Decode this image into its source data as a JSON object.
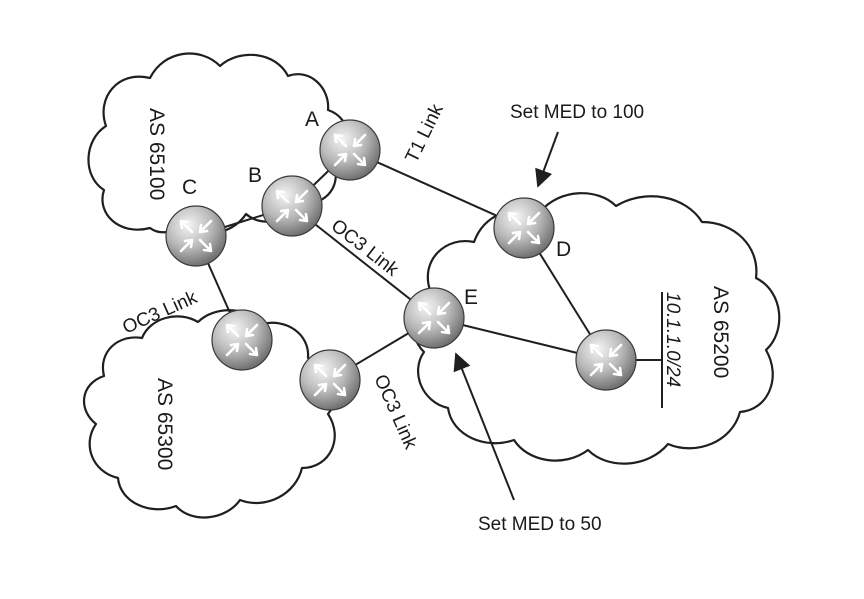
{
  "clouds": {
    "as65100": "AS 65100",
    "as65200": "AS 65200",
    "as65300": "AS 65300"
  },
  "routers": {
    "A": "A",
    "B": "B",
    "C": "C",
    "D": "D",
    "E": "E"
  },
  "links": {
    "t1": "T1 Link",
    "oc3_be": "OC3 Link",
    "oc3_c": "OC3 Link",
    "oc3_e": "OC3 Link"
  },
  "prefix": "10.1.1.0/24",
  "annotations": {
    "med100": "Set MED to 100",
    "med50": "Set MED to 50"
  }
}
